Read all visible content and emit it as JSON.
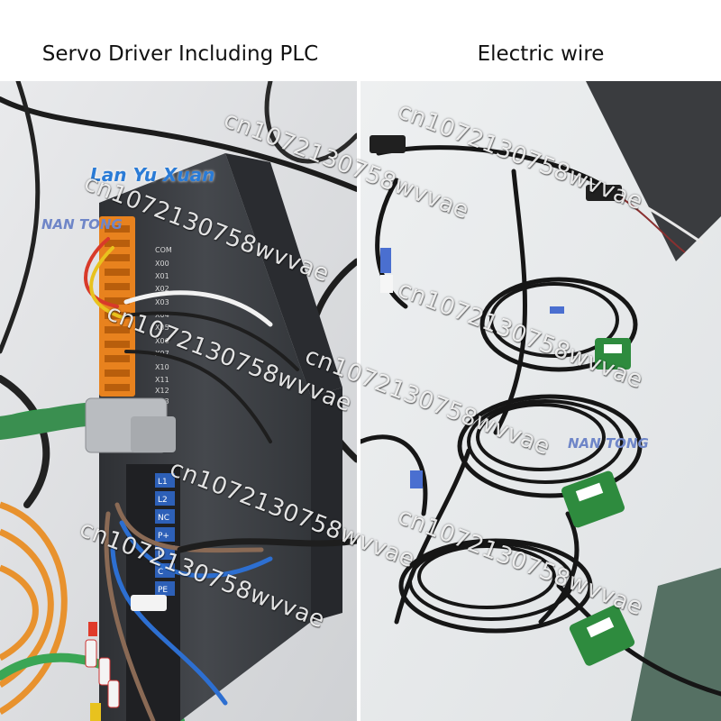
{
  "captions": {
    "left": "Servo Driver Including PLC",
    "right": "Electric wire"
  },
  "logos": {
    "brand": "Lan Yu Xuan",
    "nantong_left": "NAN TONG",
    "nantong_right": "NAN TONG"
  },
  "watermark": "cn1072130758wvvae",
  "device_labels": {
    "terminals": [
      "COM",
      "X00",
      "X01",
      "X02",
      "X03",
      "X04",
      "X05",
      "X06",
      "X07",
      "X10",
      "X11",
      "X12",
      "X13"
    ],
    "power_terminals": [
      "L1",
      "L2",
      "NC",
      "P+",
      "D",
      "C",
      "PE"
    ]
  },
  "colors": {
    "device_body": "#3a3d42",
    "terminal_orange": "#e8821e",
    "sensor_green": "#2e8b3e",
    "wire_black": "#1a1a1a",
    "cable_green": "#2f9a4a",
    "cable_orange": "#e8922e"
  }
}
